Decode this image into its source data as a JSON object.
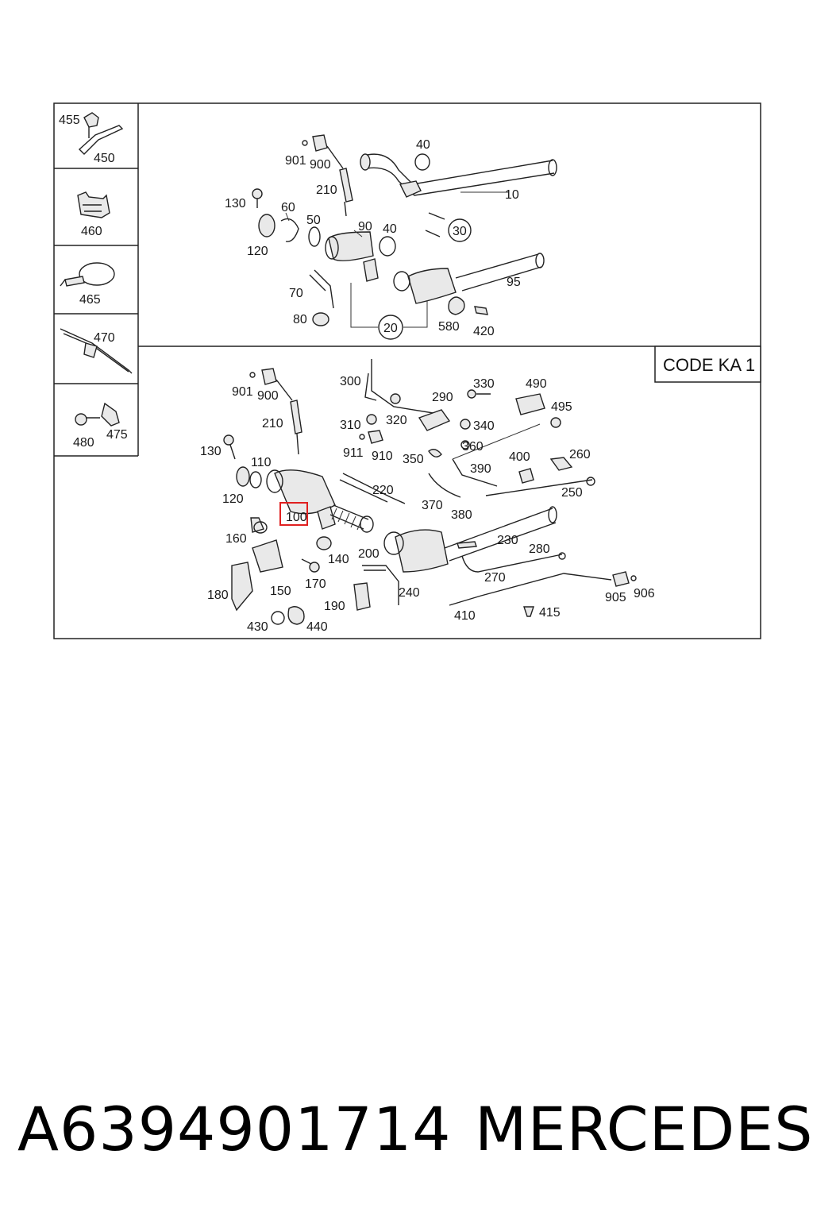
{
  "side_panel": {
    "cells": [
      {
        "labels": [
          "455",
          "450"
        ]
      },
      {
        "labels": [
          "460"
        ]
      },
      {
        "labels": [
          "465"
        ]
      },
      {
        "labels": [
          "470"
        ]
      },
      {
        "labels": [
          "480",
          "475"
        ]
      }
    ]
  },
  "top_panel": {
    "labels": [
      "901",
      "900",
      "40",
      "210",
      "10",
      "130",
      "60",
      "50",
      "90",
      "40",
      "30",
      "120",
      "95",
      "70",
      "80",
      "20",
      "580",
      "420"
    ]
  },
  "bottom_panel": {
    "code_box": "CODE KA 1",
    "highlight_label": "100",
    "labels": [
      "901",
      "900",
      "300",
      "330",
      "490",
      "290",
      "495",
      "210",
      "310",
      "320",
      "340",
      "911",
      "910",
      "350",
      "360",
      "130",
      "110",
      "390",
      "400",
      "260",
      "220",
      "250",
      "120",
      "370",
      "380",
      "230",
      "280",
      "160",
      "200",
      "140",
      "170",
      "270",
      "180",
      "150",
      "240",
      "190",
      "410",
      "905",
      "906",
      "415",
      "430",
      "440"
    ]
  },
  "footer": {
    "part_number": "A6394901714",
    "brand": "MERCEDES"
  },
  "colors": {
    "highlight": "#e02020",
    "line": "#222222"
  }
}
